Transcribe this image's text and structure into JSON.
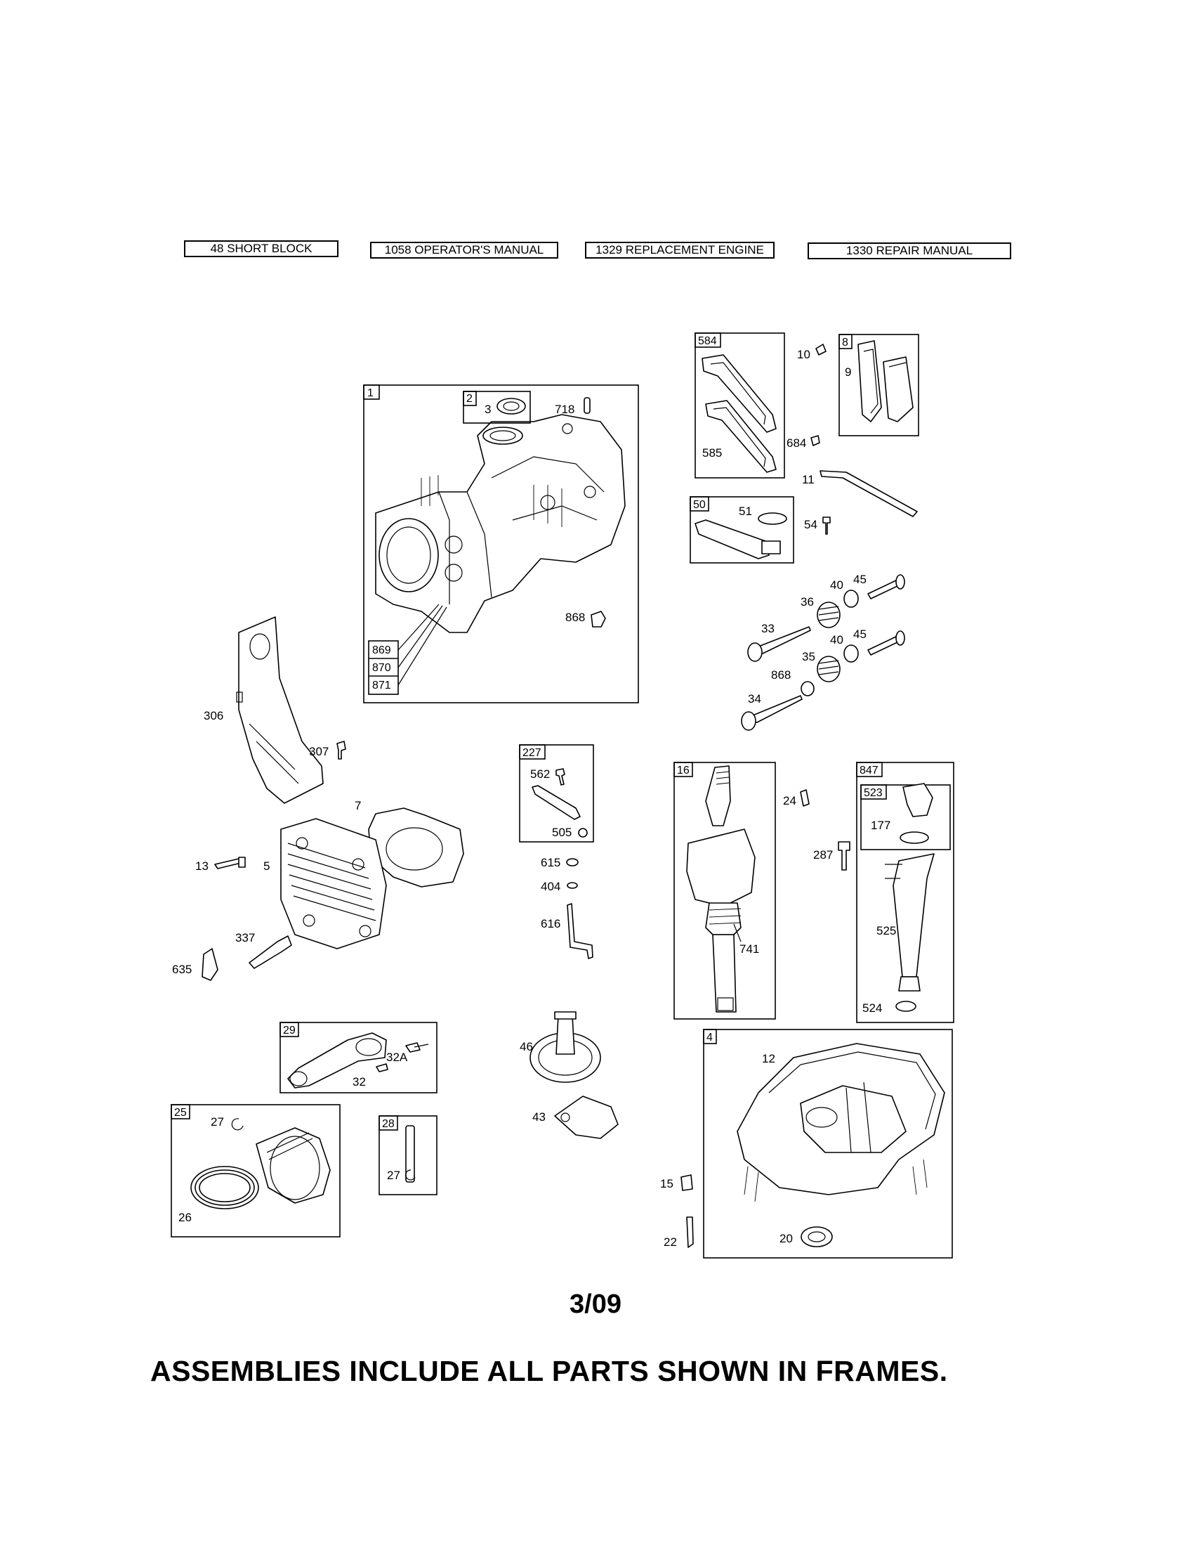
{
  "header": {
    "links": [
      {
        "label": "48 SHORT BLOCK"
      },
      {
        "label": "1058 OPERATOR'S MANUAL"
      },
      {
        "label": "1329 REPLACEMENT ENGINE"
      },
      {
        "label": "1330 REPAIR MANUAL"
      }
    ]
  },
  "diagram": {
    "frames": {
      "f1": "1",
      "f2": "2",
      "f584": "584",
      "f8": "8",
      "f50": "50",
      "f227": "227",
      "f16": "16",
      "f847": "847",
      "f523": "523",
      "f4": "4",
      "f29": "29",
      "f25": "25",
      "f28": "28",
      "f869": "869",
      "f870": "870",
      "f871": "871"
    },
    "callouts": {
      "c3": "3",
      "c718": "718",
      "c868a": "868",
      "c585": "585",
      "c10": "10",
      "c9": "9",
      "c684": "684",
      "c11": "11",
      "c51": "51",
      "c54": "54",
      "c40a": "40",
      "c45a": "45",
      "c36": "36",
      "c33": "33",
      "c40b": "40",
      "c45b": "45",
      "c35": "35",
      "c868b": "868",
      "c34": "34",
      "c306": "306",
      "c307": "307",
      "c7": "7",
      "c13": "13",
      "c5": "5",
      "c337": "337",
      "c635": "635",
      "c562": "562",
      "c505": "505",
      "c615": "615",
      "c404": "404",
      "c616": "616",
      "c24": "24",
      "c287": "287",
      "c177": "177",
      "c525": "525",
      "c524": "524",
      "c741": "741",
      "c32A": "32A",
      "c32": "32",
      "c46": "46",
      "c43": "43",
      "c27a": "27",
      "c26": "26",
      "c27b": "27",
      "c12": "12",
      "c15": "15",
      "c22": "22",
      "c20": "20"
    }
  },
  "footer": {
    "date": "3/09",
    "note": "ASSEMBLIES INCLUDE ALL PARTS SHOWN IN FRAMES."
  }
}
